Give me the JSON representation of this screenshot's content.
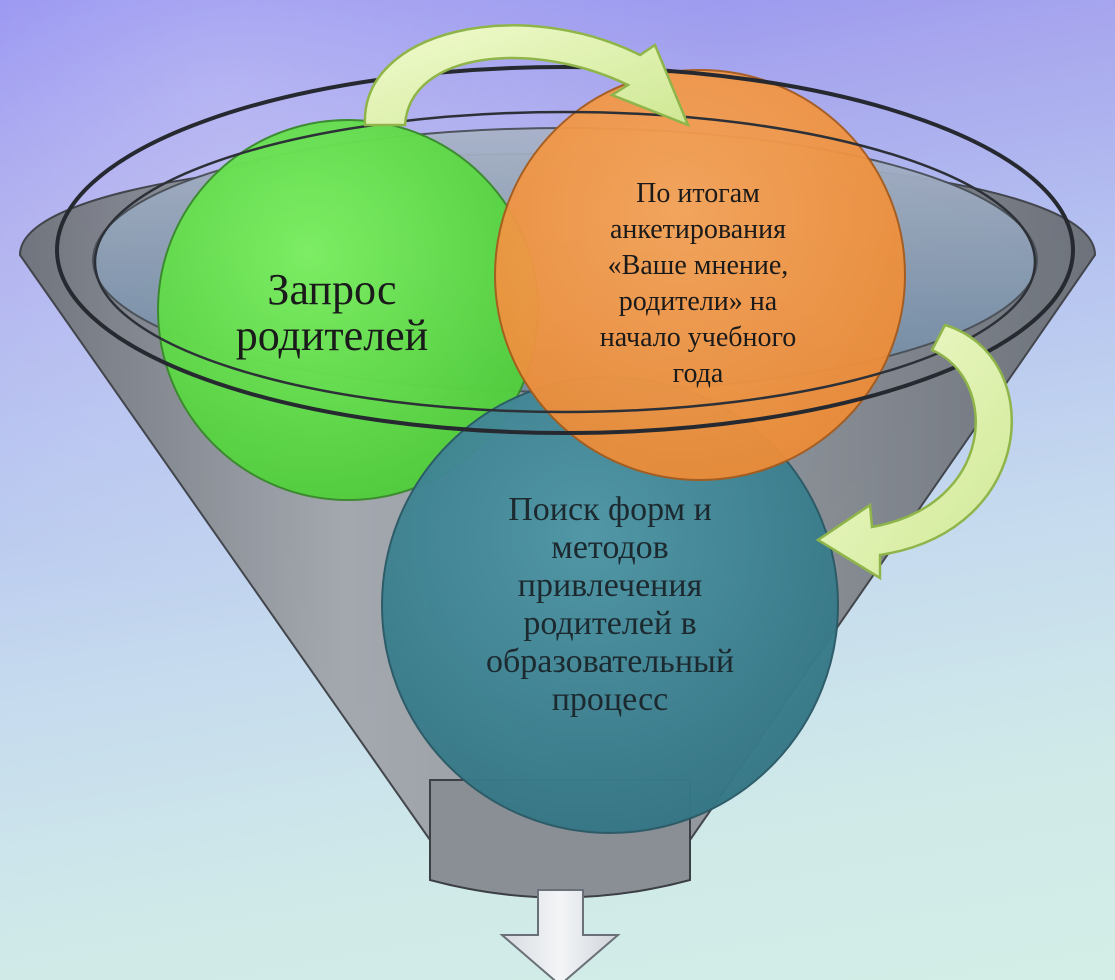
{
  "diagram": {
    "nodes": {
      "request": {
        "text": "Запрос\nродителей",
        "color": "#62dd4a"
      },
      "survey": {
        "text": "По итогам\nанкетирования\n«Ваше мнение,\nродители»  на\nначало учебного\nгода",
        "color": "#f39545"
      },
      "search": {
        "text": "Поиск форм и\nметодов\nпривлечения\nродителей в\nобразовательный\nпроцесс",
        "color": "#3f8696"
      }
    },
    "connectors": [
      {
        "from": "request",
        "to": "survey",
        "style": "curved-arrow"
      },
      {
        "from": "survey",
        "to": "search",
        "style": "curved-arrow"
      }
    ],
    "output": {
      "style": "down-arrow"
    },
    "colors": {
      "funnel": "#8f949b",
      "arrow_fill": "#e6f5b6",
      "output_arrow": "#e9ecef"
    }
  }
}
